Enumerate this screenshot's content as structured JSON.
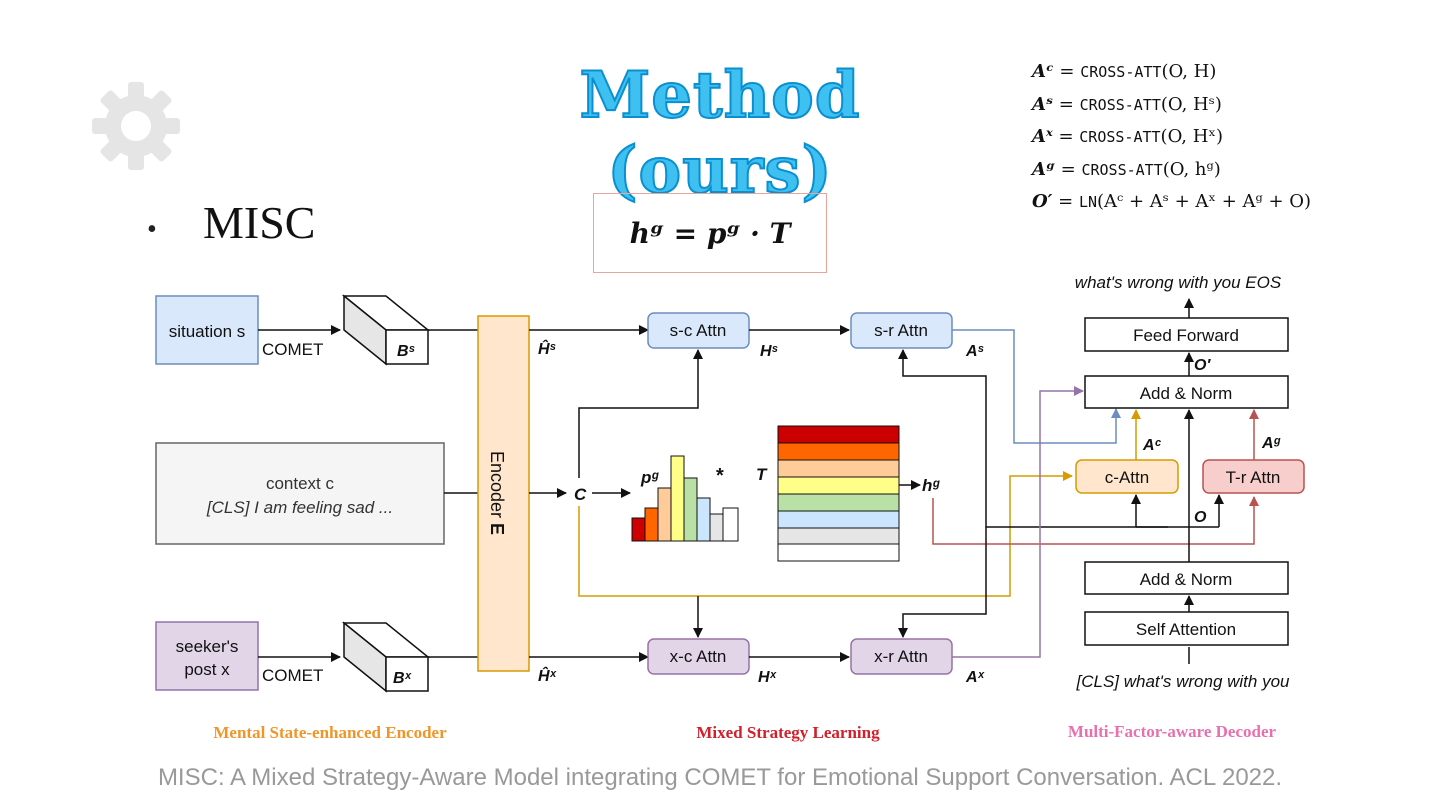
{
  "slide": {
    "title": "Method (ours)",
    "bullet": "MISC",
    "formula_hg": "hᵍ = pᵍ · T",
    "equations": [
      {
        "lhs": "Aᶜ",
        "fn": "CROSS-ATT",
        "args": "(O, H)"
      },
      {
        "lhs": "Aˢ",
        "fn": "CROSS-ATT",
        "args": "(O, Hˢ)"
      },
      {
        "lhs": "Aˣ",
        "fn": "CROSS-ATT",
        "args": "(O, Hˣ)"
      },
      {
        "lhs": "Aᵍ",
        "fn": "CROSS-ATT",
        "args": "(O, hᵍ)"
      },
      {
        "lhs": "O′",
        "fn": "LN",
        "args": "(Aᶜ + Aˢ + Aˣ + Aᵍ + O)"
      }
    ],
    "footer": "MISC: A Mixed Strategy-Aware Model integrating COMET for Emotional Support Conversation. ACL 2022."
  },
  "diagram": {
    "situation": "situation s",
    "context_line1": "context c",
    "context_line2": "[CLS] I am feeling sad ...",
    "seeker_line1": "seeker's",
    "seeker_line2": "post x",
    "comet": "COMET",
    "bs": "Bˢ",
    "bx": "Bˣ",
    "encoder": "Encoder",
    "encoder_bold": "E",
    "hs_hat": "Ĥˢ",
    "hx_hat": "Ĥˣ",
    "c_label": "C",
    "pg_label": "pᵍ",
    "star": "*",
    "t_label": "T",
    "hg_label": "hᵍ",
    "sc_attn": "s-c Attn",
    "sr_attn": "s-r Attn",
    "xc_attn": "x-c Attn",
    "xr_attn": "x-r Attn",
    "hs": "Hˢ",
    "hx": "Hˣ",
    "as": "Aˢ",
    "ax": "Aˣ",
    "output_text": "what's wrong with you EOS",
    "feed_forward": "Feed Forward",
    "o_prime": "O′",
    "add_norm_top": "Add & Norm",
    "ac": "Aᶜ",
    "ag": "Aᵍ",
    "c_attn": "c-Attn",
    "tr_attn": "T-r Attn",
    "o_label": "O",
    "add_norm_bottom": "Add & Norm",
    "self_attention": "Self Attention",
    "input_text": "[CLS] what's wrong with you"
  },
  "sections": {
    "encoder": "Mental State-enhanced Encoder",
    "strategy": "Mixed Strategy Learning",
    "decoder": "Multi-Factor-aware Decoder"
  },
  "colors": {
    "title": "#3ec0f0",
    "encoder_section": "#f0952a",
    "strategy_section": "#d0202a",
    "decoder_section": "#e870b0",
    "s_branch": "#6c8ebf",
    "x_branch": "#9673a6",
    "c_branch": "#d79b00",
    "t_branch": "#b85450"
  },
  "icons": [
    "gear-icon"
  ]
}
